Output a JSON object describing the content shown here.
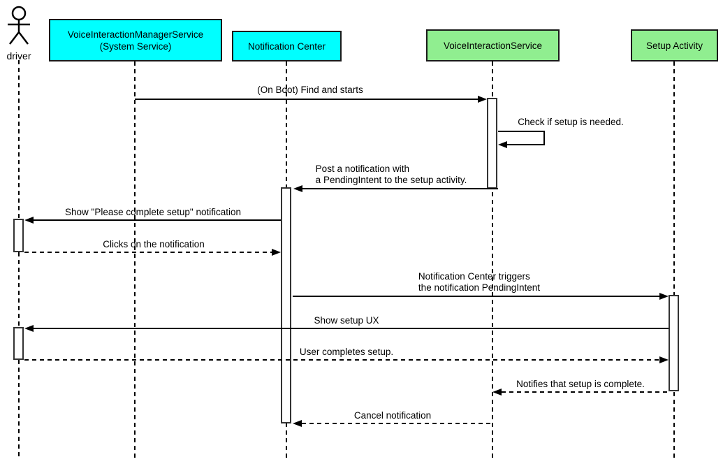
{
  "diagram": {
    "type": "uml-sequence-diagram",
    "participants": [
      {
        "label": "driver",
        "kind": "actor"
      },
      {
        "label": "VoiceInteractionManagerService\n(System Service)",
        "kind": "object",
        "color": "#00FFFF"
      },
      {
        "label": "Notification Center",
        "kind": "object",
        "color": "#00FFFF"
      },
      {
        "label": "VoiceInteractionService",
        "kind": "object",
        "color": "#90EE90"
      },
      {
        "label": "Setup Activity",
        "kind": "object",
        "color": "#90EE90"
      }
    ],
    "messages": [
      {
        "label": "(On Boot) Find and starts",
        "from": "VoiceInteractionManagerService (System Service)",
        "to": "VoiceInteractionService",
        "line": "solid"
      },
      {
        "label": "Check if setup is needed.",
        "from": "VoiceInteractionService",
        "to": "VoiceInteractionService",
        "line": "solid",
        "self_message": true
      },
      {
        "label": "Post a notification with\na PendingIntent to the setup activity.",
        "from": "VoiceInteractionService",
        "to": "Notification Center",
        "line": "solid"
      },
      {
        "label": "Show \"Please complete setup\" notification",
        "from": "Notification Center",
        "to": "driver",
        "line": "solid"
      },
      {
        "label": "Clicks on the notification",
        "from": "driver",
        "to": "Notification Center",
        "line": "dashed"
      },
      {
        "label": "Notification Center triggers\nthe notification PendingIntent",
        "from": "Notification Center",
        "to": "Setup Activity",
        "line": "solid"
      },
      {
        "label": "Show setup UX",
        "from": "Setup Activity",
        "to": "driver",
        "line": "solid"
      },
      {
        "label": "User completes setup.",
        "from": "driver",
        "to": "Setup Activity",
        "line": "dashed"
      },
      {
        "label": "Notifies that setup is complete.",
        "from": "Setup Activity",
        "to": "VoiceInteractionService",
        "line": "dashed"
      },
      {
        "label": "Cancel notification",
        "from": "VoiceInteractionService",
        "to": "Notification Center",
        "line": "dashed"
      }
    ],
    "colors": {
      "participant_cyan": "#00FFFF",
      "participant_green": "#90EE90",
      "line": "#000000",
      "background": "#FFFFFF"
    }
  }
}
